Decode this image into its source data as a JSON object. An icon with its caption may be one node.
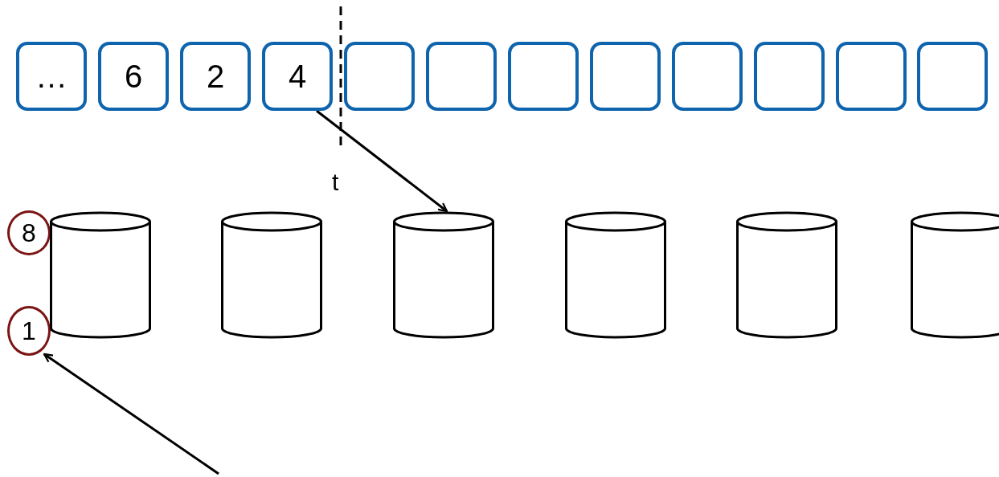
{
  "diagram": {
    "nodes": [
      {
        "text": [
          "…"
        ]
      },
      {
        "text": [
          "6"
        ]
      },
      {
        "text": [
          "2"
        ]
      },
      {
        "text": [
          "4"
        ]
      },
      {
        "text": [],
        "shape": "box"
      },
      {
        "text": [],
        "shape": "box"
      },
      {
        "text": [],
        "shape": "box"
      },
      {
        "text": [],
        "shape": "box"
      },
      {
        "text": [],
        "shape": "box"
      },
      {
        "text": [],
        "shape": "box"
      },
      {
        "text": [],
        "shape": "box"
      },
      {
        "text": [],
        "shape": "box"
      },
      {
        "text": [
          "8"
        ]
      },
      {
        "text": [
          "1"
        ]
      },
      {
        "text": [],
        "shape": "cylinder"
      },
      {
        "text": [],
        "shape": "cylinder"
      },
      {
        "text": [],
        "shape": "cylinder"
      },
      {
        "text": [],
        "shape": "cylinder"
      },
      {
        "text": [],
        "shape": "cylinder"
      },
      {
        "text": [],
        "shape": "cylinder"
      }
    ],
    "edges": [
      {
        "from": 3,
        "to": 16,
        "arrow": "to"
      },
      {
        "from": null,
        "to": 13,
        "arrow": "to"
      }
    ],
    "labels": [
      "t"
    ]
  }
}
